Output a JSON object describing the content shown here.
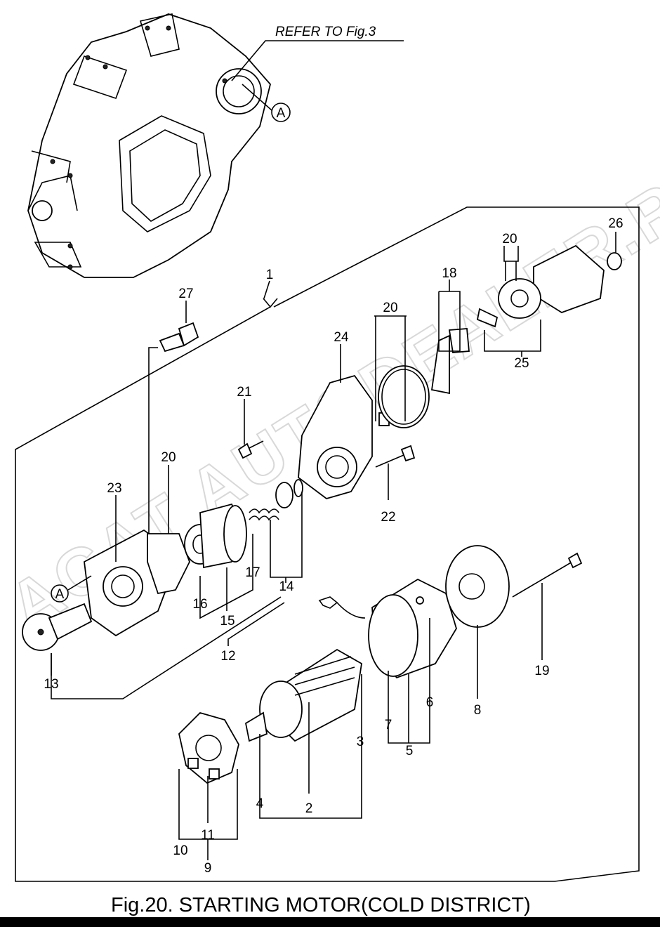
{
  "refer_note": "REFER TO Fig.3",
  "ref_marker": "A",
  "ref_marker_second": "A",
  "watermark": "ACAT AUTODEALER.RU",
  "caption": "Fig.20.  STARTING MOTOR(COLD DISTRICT)",
  "part_labels": [
    "1",
    "2",
    "3",
    "4",
    "5",
    "6",
    "7",
    "8",
    "9",
    "10",
    "11",
    "12",
    "13",
    "14",
    "15",
    "16",
    "17",
    "18",
    "19",
    "20",
    "20",
    "20",
    "21",
    "22",
    "23",
    "24",
    "25",
    "26",
    "27"
  ]
}
